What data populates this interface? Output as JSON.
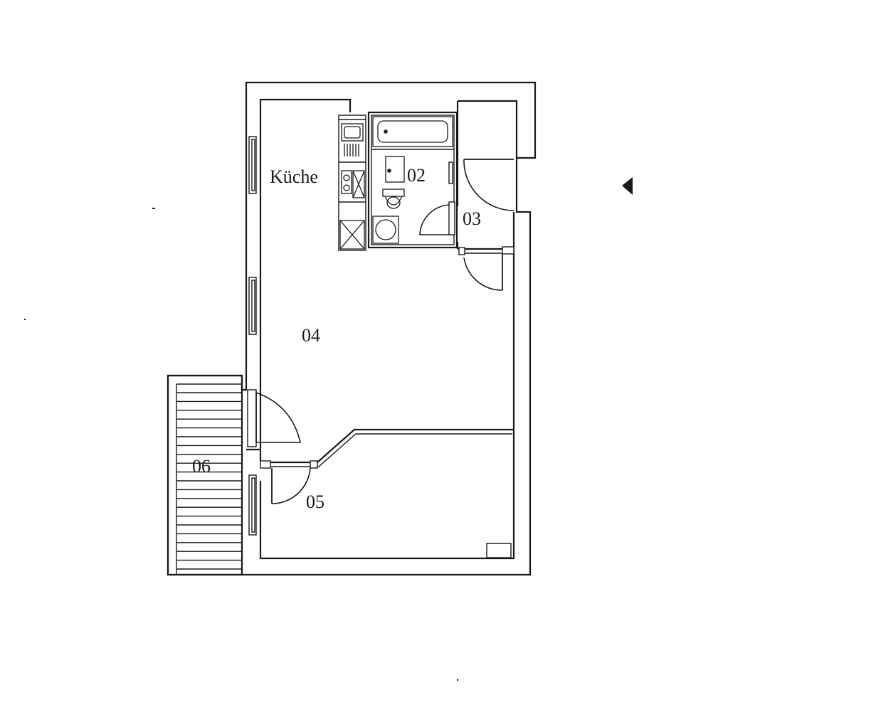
{
  "plan": {
    "rooms": {
      "kitchen": "Küche",
      "bathroom": "02",
      "hallway": "03",
      "living": "04",
      "bedroom": "05",
      "staircase": "06"
    },
    "icons": {
      "north_marker": "triangle-left-icon"
    },
    "colors": {
      "line": "#1a1a1a",
      "background": "#ffffff"
    }
  }
}
